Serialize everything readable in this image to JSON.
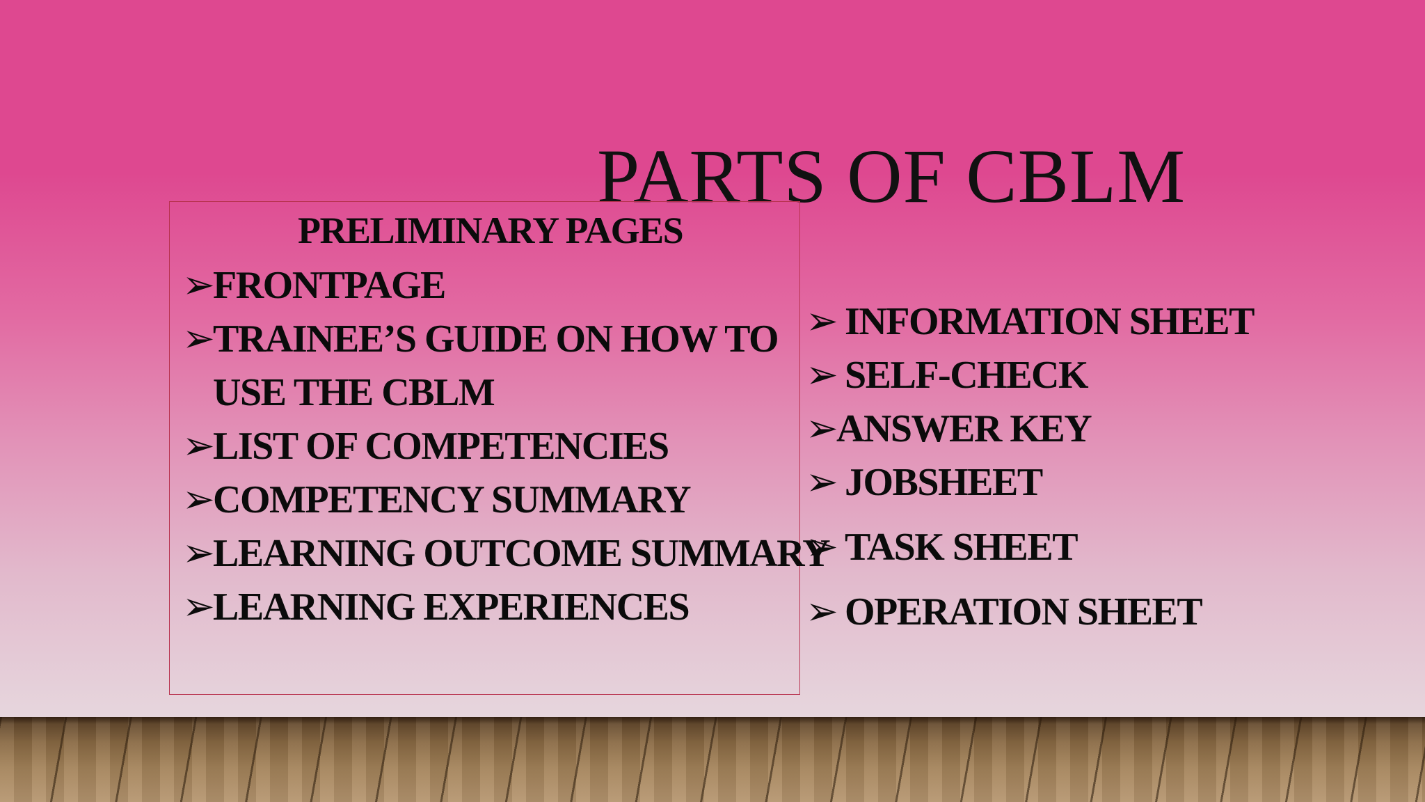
{
  "slide": {
    "title": "PARTS OF CBLM",
    "bullet_glyph": "➢",
    "left_box": {
      "heading": "PRELIMINARY PAGES",
      "items": [
        "FRONTPAGE",
        "TRAINEE’S GUIDE ON HOW TO",
        "USE THE CBLM",
        "LIST OF COMPETENCIES",
        "COMPETENCY SUMMARY",
        "LEARNING OUTCOME SUMMARY",
        "LEARNING EXPERIENCES"
      ]
    },
    "right_items": [
      "INFORMATION SHEET",
      "SELF-CHECK",
      "ANSWER KEY",
      "JOBSHEET",
      "TASK SHEET",
      "OPERATION SHEET"
    ]
  },
  "colors": {
    "wall_top": "#de4890",
    "wall_bottom": "#e6d6dd",
    "box_border": "#b8324f",
    "text": "#0b0b0b"
  }
}
